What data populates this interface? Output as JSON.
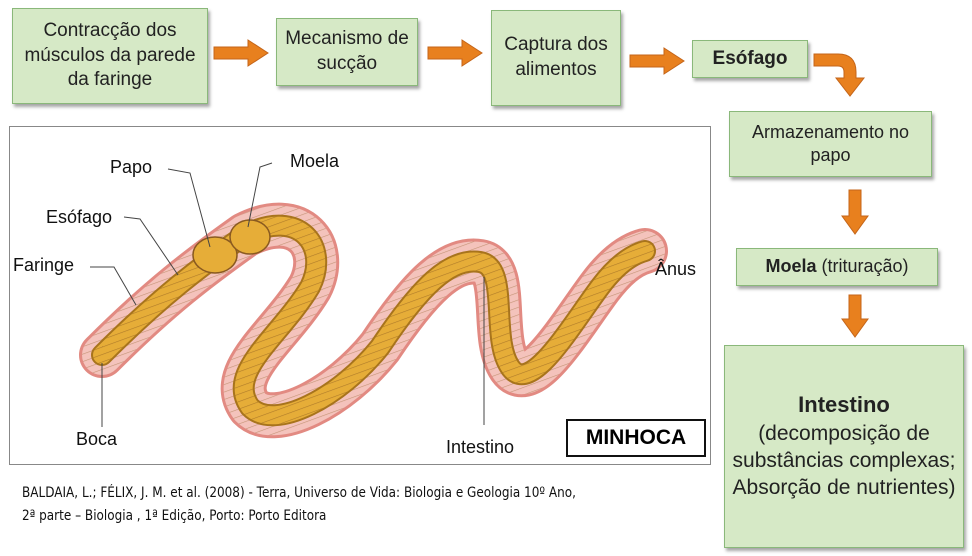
{
  "flow": {
    "box1": "Contracção dos músculos da parede da faringe",
    "box2": "Mecanismo de sucção",
    "box3": "Captura dos alimentos",
    "box4": "Esófago",
    "box5": "Armazenamento no papo",
    "box6_bold": "Moela",
    "box6_rest": " (trituração)",
    "box7_title": "Intestino",
    "box7_text": "(decomposição de substâncias complexas; Absorção de nutrientes)"
  },
  "figure": {
    "labels": {
      "papo": "Papo",
      "moela": "Moela",
      "esofago": "Esófago",
      "faringe": "Faringe",
      "anus": "Ânus",
      "boca": "Boca",
      "intestino": "Intestino"
    },
    "title": "MINHOCA"
  },
  "citation": {
    "line1": "BALDAIA, L.; FÉLIX, J. M. et al. (2008) -  Terra, Universo de Vida: Biologia e Geologia 10º Ano,",
    "line2": "2ª parte – Biologia , 1ª Edição, Porto: Porto Editora"
  },
  "colors": {
    "box_fill": "#d6e9c6",
    "arrow": "#e8801e",
    "worm_outer": "#f2bcb5",
    "worm_inner": "#e4a83a"
  }
}
